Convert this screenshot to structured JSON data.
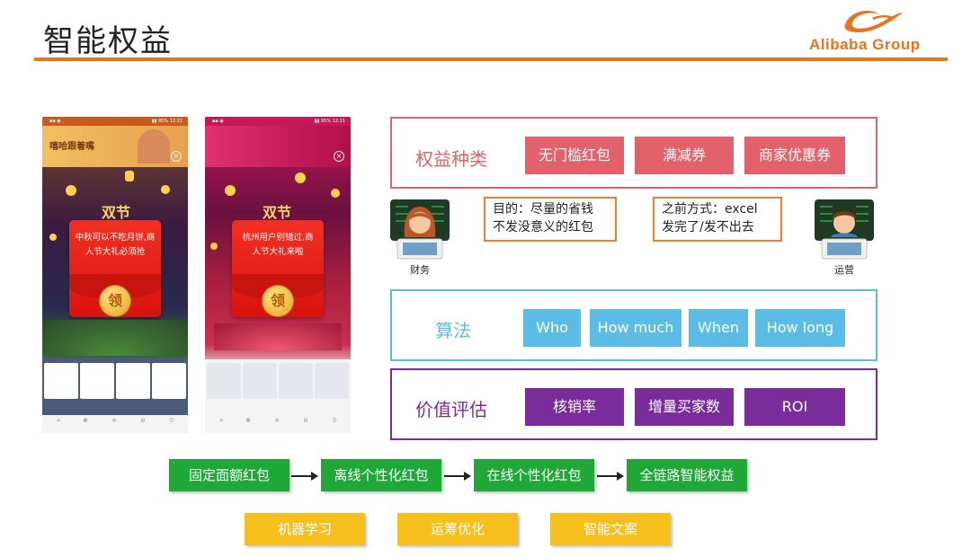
{
  "header": {
    "title": "智能权益",
    "logo_text": "Alibaba Group"
  },
  "phones": [
    {
      "banner_text": "嘻哈跟着嘴",
      "festival": "双节",
      "envelope_text_line1": "中秋可以不吃月饼,商",
      "envelope_text_line2": "人节大礼必须抢",
      "coin_label": "领",
      "close_icon": "×"
    },
    {
      "festival": "双节",
      "envelope_text_line1": "杭州用户别错过,商",
      "envelope_text_line2": "人节大礼来啦",
      "coin_label": "领",
      "close_icon": "×"
    }
  ],
  "rights_panel": {
    "label": "权益种类",
    "tags": [
      "无门槛红包",
      "满减券",
      "商家优惠券"
    ],
    "colors": {
      "border": "#e2616b",
      "label": "#e2616b",
      "tag": "#e2616b"
    }
  },
  "finance": {
    "label": "财务",
    "note_line1": "目的：尽量的省钱",
    "note_line2": "不发没意义的红包"
  },
  "operations": {
    "label": "运营",
    "note_line1": "之前方式：excel",
    "note_line2": "发完了/发不出去"
  },
  "algorithm_panel": {
    "label": "算法",
    "tags": [
      "Who",
      "How much",
      "When",
      "How long"
    ],
    "colors": {
      "border": "#5bbde6",
      "label": "#5bbde6",
      "tag": "#5bbde6"
    }
  },
  "value_panel": {
    "label": "价值评估",
    "tags": [
      "核销率",
      "增量买家数",
      "ROI"
    ],
    "colors": {
      "border": "#7a2d9a",
      "label": "#7a2d9a",
      "tag": "#7a2d9a"
    }
  },
  "flow": {
    "steps": [
      "固定面额红包",
      "离线个性化红包",
      "在线个性化红包",
      "全链路智能权益"
    ],
    "color": "#1fa838"
  },
  "techniques": {
    "items": [
      "机器学习",
      "运筹优化",
      "智能文案"
    ],
    "color": "#f6bf1c"
  }
}
